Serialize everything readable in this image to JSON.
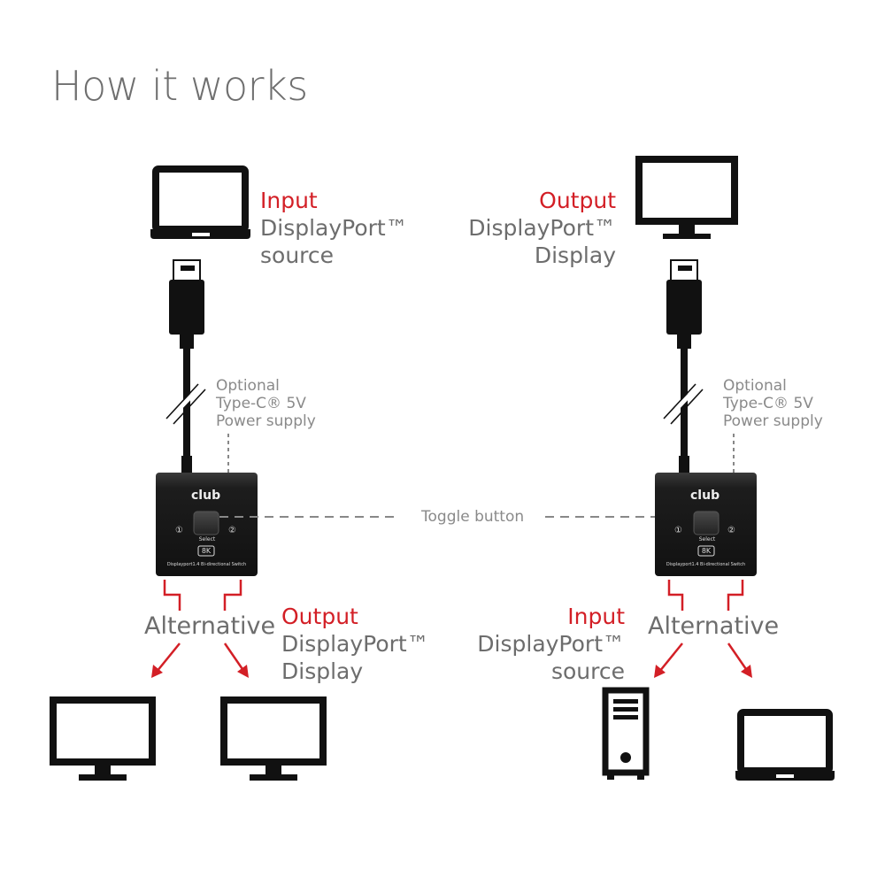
{
  "title": "How it works",
  "left": {
    "source_label": {
      "role": "Input",
      "line1": "DisplayPort™",
      "line2": "source"
    },
    "power_note": {
      "line1": "Optional",
      "line2": "Type-C® 5V",
      "line3": "Power supply"
    },
    "alternative": "Alternative",
    "output_label": {
      "role": "Output",
      "line1": "DisplayPort™",
      "line2": "Display"
    }
  },
  "right": {
    "display_label": {
      "role": "Output",
      "line1": "DisplayPort™",
      "line2": "Display"
    },
    "power_note": {
      "line1": "Optional",
      "line2": "Type-C® 5V",
      "line3": "Power supply"
    },
    "alternative": "Alternative",
    "input_label": {
      "role": "Input",
      "line1": "DisplayPort™",
      "line2": "source"
    }
  },
  "toggle_label": "Toggle button",
  "device": {
    "brand": "club",
    "port1": "①",
    "port2": "②",
    "select": "Select",
    "badge": "8K",
    "model": "Displayport1.4 Bi-directional Switch"
  },
  "colors": {
    "accent": "#d31f26",
    "text": "#6d6d6d",
    "device": "#1c1c1c"
  },
  "icons": [
    "laptop-icon",
    "monitor-icon",
    "desktop-tower-icon",
    "displayport-plug-icon",
    "switch-device-icon",
    "arrow-icon"
  ]
}
